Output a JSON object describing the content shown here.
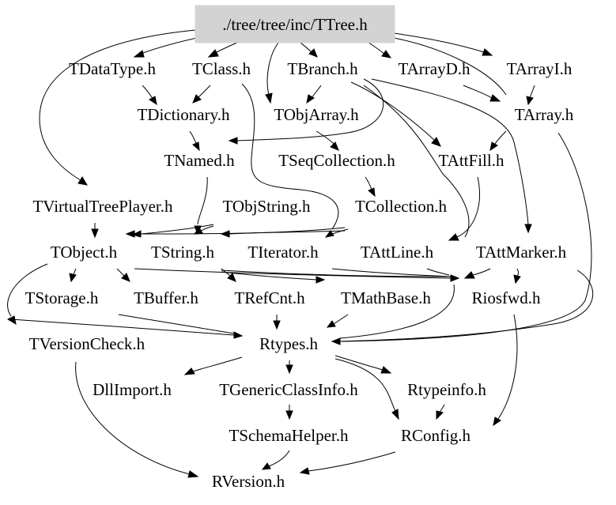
{
  "graph": {
    "root": {
      "id": "ttree",
      "label": "./tree/tree/inc/TTree.h",
      "fill": "#d3d3d3"
    },
    "nodes": [
      {
        "id": "tdatatype",
        "label": "TDataType.h"
      },
      {
        "id": "tclass",
        "label": "TClass.h"
      },
      {
        "id": "tbranch",
        "label": "TBranch.h"
      },
      {
        "id": "tarrayd",
        "label": "TArrayD.h"
      },
      {
        "id": "tarrayi",
        "label": "TArrayI.h"
      },
      {
        "id": "tdictionary",
        "label": "TDictionary.h"
      },
      {
        "id": "tobjarray",
        "label": "TObjArray.h"
      },
      {
        "id": "tarray",
        "label": "TArray.h"
      },
      {
        "id": "tnamed",
        "label": "TNamed.h"
      },
      {
        "id": "tseqcollection",
        "label": "TSeqCollection.h"
      },
      {
        "id": "tattfill",
        "label": "TAttFill.h"
      },
      {
        "id": "tvirtualtreeplayer",
        "label": "TVirtualTreePlayer.h"
      },
      {
        "id": "tobjstring",
        "label": "TObjString.h"
      },
      {
        "id": "tcollection",
        "label": "TCollection.h"
      },
      {
        "id": "tobject",
        "label": "TObject.h"
      },
      {
        "id": "tstring",
        "label": "TString.h"
      },
      {
        "id": "titerator",
        "label": "TIterator.h"
      },
      {
        "id": "tattline",
        "label": "TAttLine.h"
      },
      {
        "id": "tattmarker",
        "label": "TAttMarker.h"
      },
      {
        "id": "tstorage",
        "label": "TStorage.h"
      },
      {
        "id": "tbuffer",
        "label": "TBuffer.h"
      },
      {
        "id": "trefcnt",
        "label": "TRefCnt.h"
      },
      {
        "id": "tmathbase",
        "label": "TMathBase.h"
      },
      {
        "id": "riosfwd",
        "label": "Riosfwd.h"
      },
      {
        "id": "tversioncheck",
        "label": "TVersionCheck.h"
      },
      {
        "id": "rtypes",
        "label": "Rtypes.h"
      },
      {
        "id": "dllimport",
        "label": "DllImport.h"
      },
      {
        "id": "tgenericclassinfo",
        "label": "TGenericClassInfo.h"
      },
      {
        "id": "rtypeinfo",
        "label": "Rtypeinfo.h"
      },
      {
        "id": "tschemahelper",
        "label": "TSchemaHelper.h"
      },
      {
        "id": "rconfig",
        "label": "RConfig.h"
      },
      {
        "id": "rversion",
        "label": "RVersion.h"
      }
    ]
  }
}
